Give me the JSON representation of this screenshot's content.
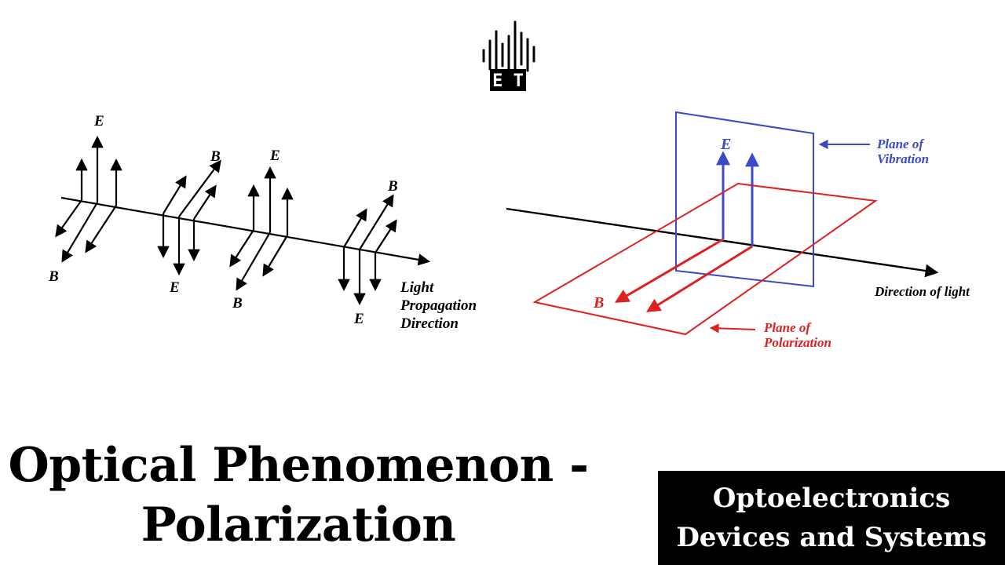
{
  "logo": {
    "icon": "waveform-icon",
    "text": "E T"
  },
  "left_diagram": {
    "label_e": "E",
    "label_b": "B",
    "caption_lines": [
      "Light",
      "Propagation",
      "Direction"
    ]
  },
  "right_diagram": {
    "label_e": "E",
    "label_b": "B",
    "plane_vibration": [
      "Plane of",
      "Vibration"
    ],
    "plane_polarization": [
      "Plane of",
      "Polarization"
    ],
    "direction_label": "Direction of light",
    "colors": {
      "vibration": "#3b4bc8",
      "polarization": "#e02020"
    }
  },
  "title": {
    "line1": "Optical Phenomenon -",
    "line2": "Polarization"
  },
  "badge": {
    "line1": "Optoelectronics",
    "line2": "Devices and Systems"
  }
}
